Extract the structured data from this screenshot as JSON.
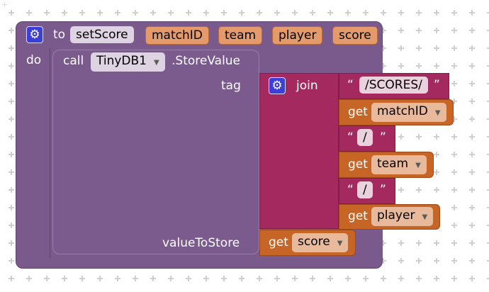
{
  "procedure": {
    "to_label": "to",
    "name": "setScore",
    "params": [
      "matchID",
      "team",
      "player",
      "score"
    ],
    "do_label": "do"
  },
  "call": {
    "call_label": "call",
    "component": "TinyDB1",
    "method": ".StoreValue",
    "tag_label": "tag",
    "value_label": "valueToStore"
  },
  "join": {
    "label": "join",
    "quote_open": "“",
    "quote_close": "”",
    "str1": "/SCORES/",
    "str2": "/",
    "str3": "/"
  },
  "get_blocks": {
    "get_label": "get",
    "var1": "matchID",
    "var2": "team",
    "var3": "player",
    "var4": "score"
  },
  "icons": {
    "gear": "gear-icon",
    "dropdown": "dropdown-arrow-icon"
  },
  "colors": {
    "procedure": "#7a5a8c",
    "join": "#a3295f",
    "get": "#c76527",
    "param_field": "#e59a6c"
  }
}
